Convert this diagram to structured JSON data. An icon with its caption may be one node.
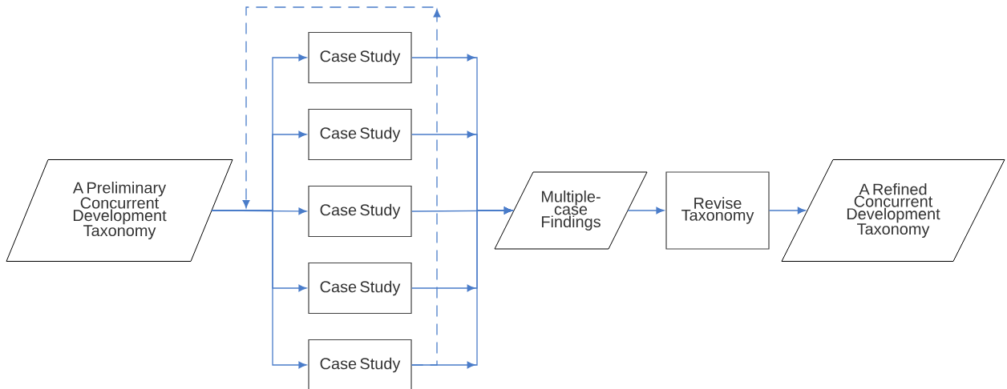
{
  "diagram": {
    "nodes": [
      {
        "text": [
          "A Preliminary Concurrent Development Taxonomy"
        ]
      },
      {
        "text": [
          "Case Study"
        ]
      },
      {
        "text": [
          "Case Study"
        ]
      },
      {
        "text": [
          "Case Study"
        ]
      },
      {
        "text": [
          "Case Study"
        ]
      },
      {
        "text": [
          "Case Study"
        ]
      },
      {
        "text": [
          "Multiple-case Findings"
        ]
      },
      {
        "text": [
          "Revise Taxonomy"
        ]
      },
      {
        "text": [
          "A Refined Concurrent Development Taxonomy"
        ]
      }
    ],
    "edges": [
      {
        "from": 0,
        "to": 1,
        "arrow": "to"
      },
      {
        "from": 0,
        "to": 2,
        "arrow": "to"
      },
      {
        "from": 0,
        "to": 3,
        "arrow": "to"
      },
      {
        "from": 0,
        "to": 4,
        "arrow": "to"
      },
      {
        "from": 0,
        "to": 5,
        "arrow": "to"
      },
      {
        "from": 1,
        "to": 6,
        "arrow": "to"
      },
      {
        "from": 2,
        "to": 6,
        "arrow": "to"
      },
      {
        "from": 3,
        "to": 6,
        "arrow": "to"
      },
      {
        "from": 4,
        "to": 6,
        "arrow": "to"
      },
      {
        "from": 5,
        "to": 6,
        "arrow": "to"
      },
      {
        "from": 6,
        "to": 7,
        "arrow": "to"
      },
      {
        "from": 7,
        "to": 8,
        "arrow": "to"
      },
      {
        "from": 5,
        "to": null,
        "arrow": "to",
        "style": "dashed"
      }
    ]
  }
}
